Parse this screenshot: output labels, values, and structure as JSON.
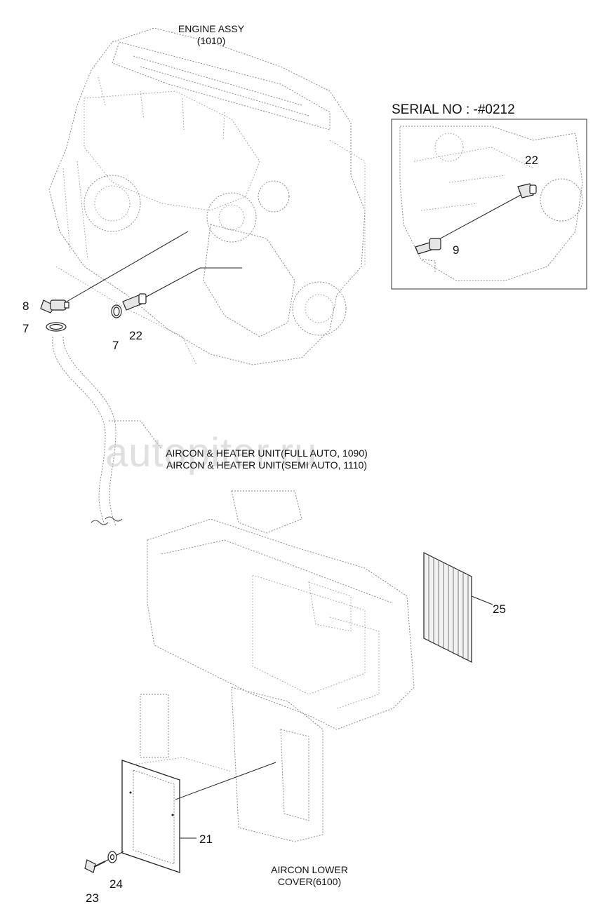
{
  "titles": {
    "engine_assy": "ENGINE ASSY",
    "engine_assy_code": "(1010)",
    "aircon_full": "AIRCON & HEATER UNIT(FULL AUTO, 1090)",
    "aircon_semi": "AIRCON & HEATER UNIT(SEMI AUTO, 1110)",
    "aircon_lower_1": "AIRCON LOWER",
    "aircon_lower_2": "COVER(6100)"
  },
  "inset": {
    "serial": "SERIAL NO : -#0212",
    "labels": {
      "p22": "22",
      "p9": "9"
    }
  },
  "callouts": {
    "p8": "8",
    "p7a": "7",
    "p7b": "7",
    "p22": "22",
    "p25": "25",
    "p21": "21",
    "p23": "23",
    "p24": "24"
  },
  "watermark": "autopiter.ru",
  "colors": {
    "line": "#222222",
    "ghost": "#8a8a8a",
    "watermark": "#c8c8c8"
  }
}
